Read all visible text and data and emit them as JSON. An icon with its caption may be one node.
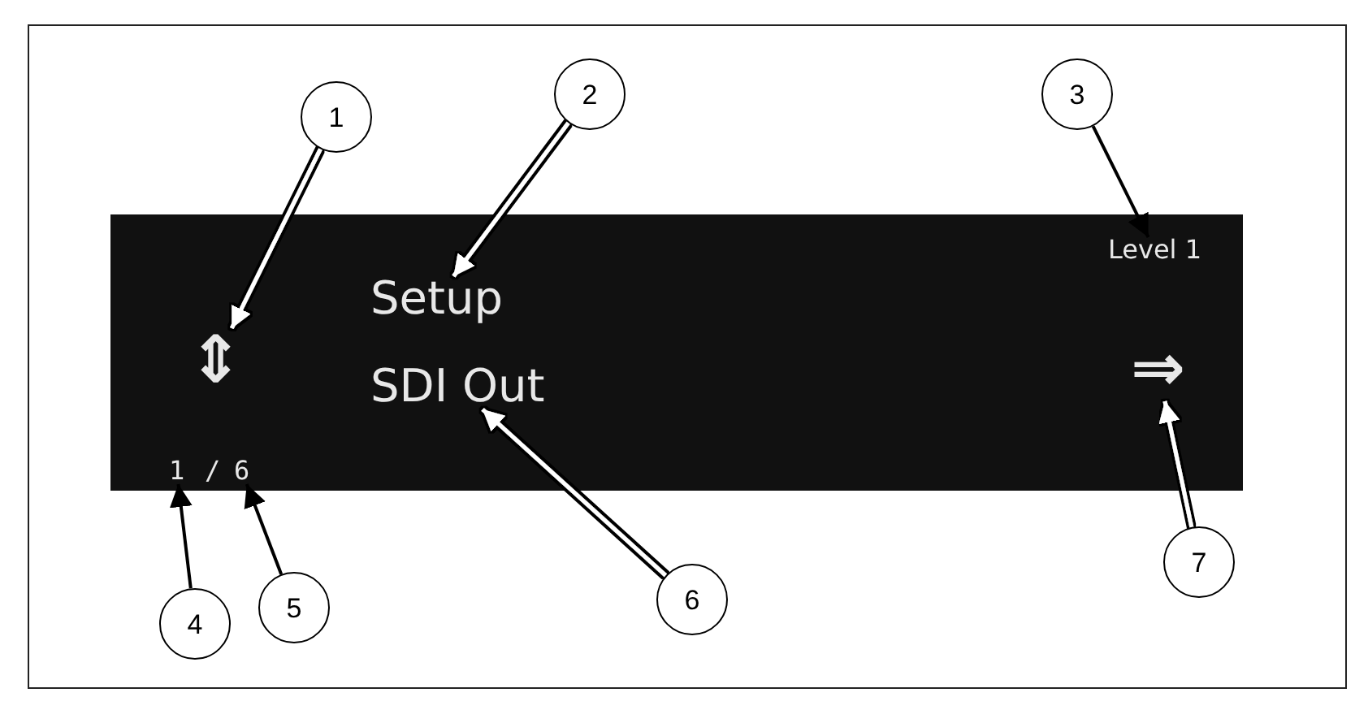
{
  "diagram": {
    "nodes": [
      {
        "text": [],
        "shape": "box"
      },
      {
        "text": [
          "⇕"
        ],
        "in": 0
      },
      {
        "text": [
          "Setup"
        ],
        "in": 0
      },
      {
        "text": [
          "SDI Out"
        ],
        "in": 0
      },
      {
        "text": [
          "Level 1"
        ],
        "in": 0
      },
      {
        "text": [
          "⇒"
        ],
        "in": 0
      },
      {
        "text": [
          "1"
        ],
        "in": 0
      },
      {
        "text": [
          "6"
        ],
        "in": 0
      },
      {
        "text": [
          "1"
        ]
      },
      {
        "text": [
          "2"
        ]
      },
      {
        "text": [
          "3"
        ]
      },
      {
        "text": [
          "4"
        ]
      },
      {
        "text": [
          "5"
        ]
      },
      {
        "text": [
          "6"
        ]
      },
      {
        "text": [
          "7"
        ]
      }
    ],
    "edges": [
      {
        "from": 8,
        "to": 1,
        "arrow": "to"
      },
      {
        "from": 9,
        "to": 2,
        "arrow": "to"
      },
      {
        "from": 10,
        "to": 4,
        "arrow": "to",
        "color": "#000000"
      },
      {
        "from": 11,
        "to": 6,
        "arrow": "to",
        "color": "#000000"
      },
      {
        "from": 12,
        "to": 7,
        "arrow": "to",
        "color": "#000000"
      },
      {
        "from": 13,
        "to": 3,
        "arrow": "to"
      },
      {
        "from": 14,
        "to": 5,
        "arrow": "to"
      }
    ],
    "labels": [
      "/"
    ]
  }
}
